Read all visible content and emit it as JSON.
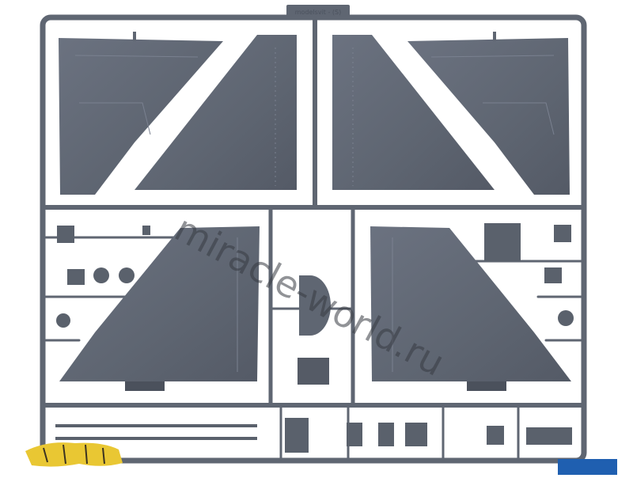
{
  "photo": {
    "subject": "Plastic model kit sprue frame with grey aircraft tail fin and stabilizer parts",
    "watermark_text": "miracle-world.ru",
    "sprue_code_text": "modelsvit - (S)",
    "colors": {
      "background": "#ffffff",
      "plastic": "#5f6672",
      "plastic_dark": "#4b515c",
      "plastic_light": "#737a86",
      "logo_yellow": "#e9c733",
      "logo_blue": "#1f5fb0"
    }
  }
}
